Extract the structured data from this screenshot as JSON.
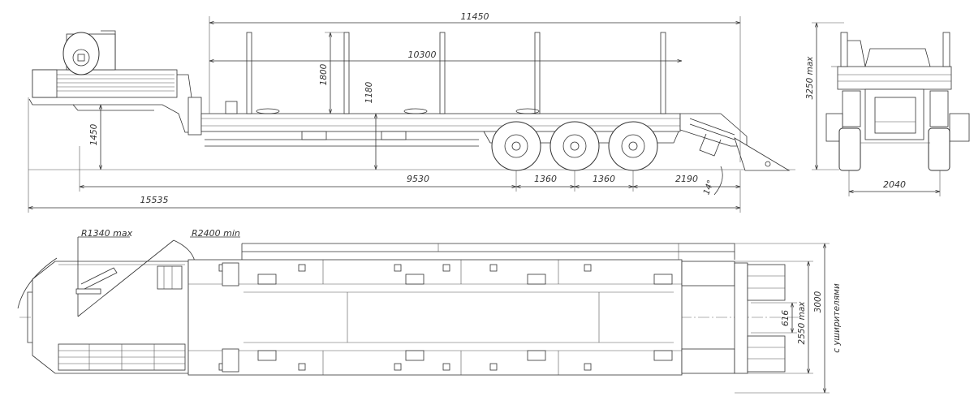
{
  "side_view": {
    "dims": {
      "deck_length": "11450",
      "stake_length": "10300",
      "stake_height": "1800",
      "deck_height": "1180",
      "neck_height": "1450",
      "kingpin_to_axle": "9530",
      "axle_spacing_1": "1360",
      "axle_spacing_2": "1360",
      "rear_overhang": "2190",
      "ramp_angle": "14°",
      "overall_length": "15535"
    }
  },
  "rear_view": {
    "dims": {
      "height": "3250 max",
      "track_width": "2040"
    }
  },
  "top_view": {
    "dims": {
      "turn_radius_front": "R1340 max",
      "turn_radius_min": "R2400 min",
      "inner_width": "616",
      "width": "2550 max",
      "width_with_extenders": "3000",
      "width_note": "с уширителями"
    }
  }
}
